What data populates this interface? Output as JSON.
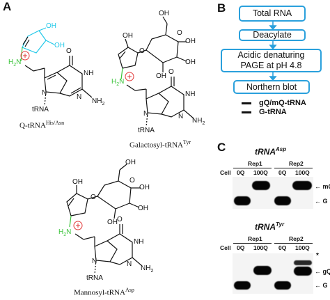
{
  "panel_a": {
    "letter": "A",
    "molecule_1": {
      "name": "Q-tRNA",
      "superscript": "His/Asn"
    },
    "molecule_2": {
      "name": "Galactosyl-tRNA",
      "superscript": "Tyr"
    },
    "molecule_3": {
      "name": "Mannosyl-tRNA",
      "superscript": "Asp"
    },
    "atoms": {
      "oh": "OH",
      "o": "O",
      "h2n": "H",
      "n": "N",
      "nh": "NH",
      "nh2": "NH",
      "trna": "tRNA",
      "two": "2",
      "plus": "+"
    },
    "colors": {
      "diol_cyan": "#22c8e8",
      "amine_green": "#3cc43c",
      "charge_red": "#e23b3b"
    }
  },
  "panel_b": {
    "letter": "B",
    "steps": [
      "Total RNA",
      "Deacylate",
      "Acidic denaturing PAGE at pH 4.8",
      "Northern blot"
    ],
    "legend": [
      {
        "label": "gQ/mQ-tRNA"
      },
      {
        "label": "G-tRNA"
      }
    ],
    "colors": {
      "box_border": "#2aa0dc"
    }
  },
  "panel_c": {
    "letter": "C",
    "blot_1": {
      "title": "tRNA",
      "title_superscript": "Asp",
      "row_label": "Cell",
      "reps": [
        "Rep1",
        "Rep2"
      ],
      "lanes": [
        "0Q",
        "100Q",
        "0Q",
        "100Q"
      ],
      "band_labels": [
        "mQ",
        "G"
      ]
    },
    "blot_2": {
      "title": "tRNA",
      "title_superscript": "Tyr",
      "row_label": "Cell",
      "reps": [
        "Rep1",
        "Rep2"
      ],
      "lanes": [
        "0Q",
        "100Q",
        "0Q",
        "100Q"
      ],
      "band_labels": [
        "gQ",
        "G"
      ],
      "asterisk": "*"
    }
  }
}
